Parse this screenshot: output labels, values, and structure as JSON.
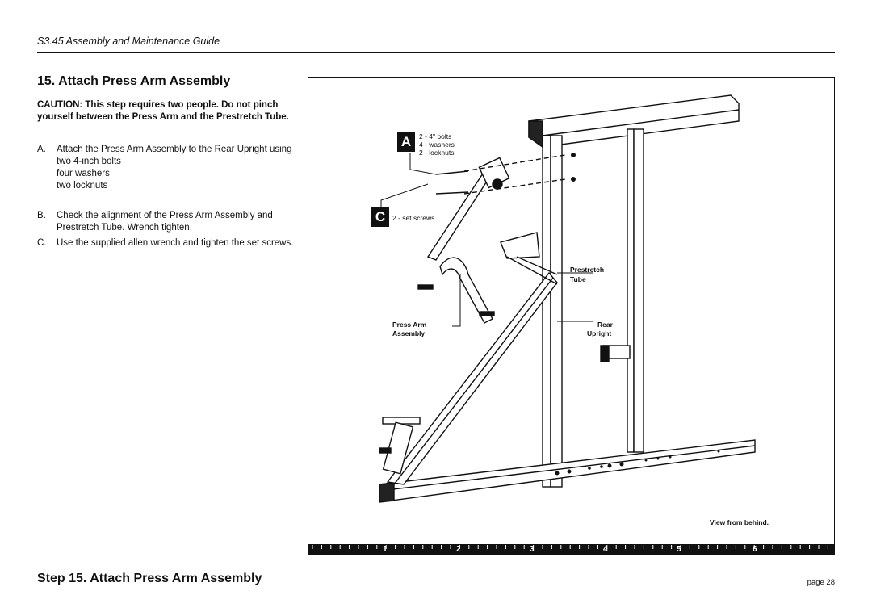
{
  "header": {
    "guide_title": "S3.45 Assembly and Maintenance Guide"
  },
  "section": {
    "title": "15. Attach Press Arm Assembly",
    "caution": "CAUTION: This step requires two people. Do not pinch yourself between the Press Arm and the Prestretch Tube.",
    "steps": [
      {
        "label": "A.",
        "text": "Attach the Press Arm Assembly to the Rear Upright using",
        "subitems": [
          "two 4-inch bolts",
          "four washers",
          "two locknuts"
        ]
      },
      {
        "label": "B.",
        "text": "Check the alignment of the Press Arm Assembly and Prestretch Tube. Wrench tighten."
      },
      {
        "label": "C.",
        "text": "Use the supplied allen wrench and tighten the set screws."
      }
    ]
  },
  "figure": {
    "callout_a": {
      "letter": "A",
      "lines": [
        "2 - 4\" bolts",
        "4 - washers",
        "2 - locknuts"
      ]
    },
    "callout_c": {
      "letter": "C",
      "text": "2 - set screws"
    },
    "labels": {
      "prestretch_1": "Prestretch",
      "prestretch_2": "Tube",
      "press_arm_1": "Press Arm",
      "press_arm_2": "Assembly",
      "rear_1": "Rear",
      "rear_2": "Upright",
      "view": "View from behind."
    },
    "ruler_numbers": [
      "1",
      "2",
      "3",
      "4",
      "5",
      "6"
    ]
  },
  "footer": {
    "title": "Step 15. Attach Press Arm Assembly",
    "page": "page 28"
  }
}
